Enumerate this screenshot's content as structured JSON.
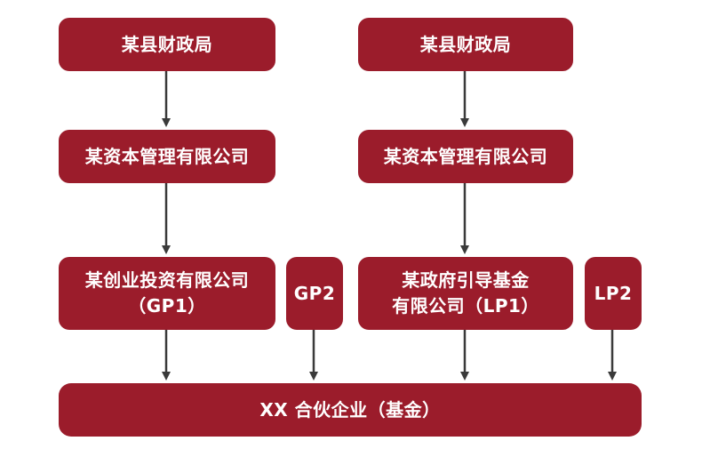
{
  "colors": {
    "box_fill": "#9b1c2b",
    "text": "#ffffff",
    "arrow": "#3a3a3a",
    "background": "#ffffff"
  },
  "left_column": {
    "top": "某县财政局",
    "middle": "某资本管理有限公司",
    "gp1_line1": "某创业投资有限公司",
    "gp1_line2": "（GP1）"
  },
  "gp2": "GP2",
  "right_column": {
    "top": "某县财政局",
    "middle": "某资本管理有限公司",
    "lp1_line1": "某政府引导基金",
    "lp1_line2": "有限公司（LP1）"
  },
  "lp2": "LP2",
  "bottom": "XX 合伙企业（基金）"
}
